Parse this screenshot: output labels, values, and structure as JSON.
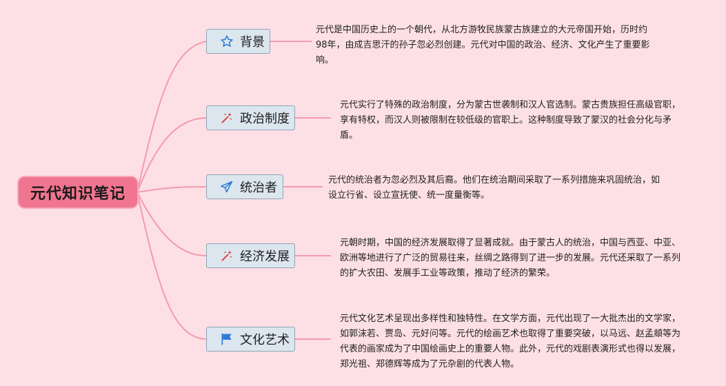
{
  "root": {
    "title": "元代知识笔记"
  },
  "topics": [
    {
      "label": "背景",
      "icon": "star-icon",
      "text": "元代是中国历史上的一个朝代，从北方游牧民族蒙古族建立的大元帝国开始，历时约98年，由成吉思汗的孙子忽必烈创建。元代对中国的政治、经济、文化产生了重要影响。"
    },
    {
      "label": "政治制度",
      "icon": "magic-wand-icon",
      "text": "元代实行了特殊的政治制度，分为蒙古世袭制和汉人官选制。蒙古贵族担任高级官职，享有特权，而汉人则被限制在较低级的官职上。这种制度导致了蒙汉的社会分化与矛盾。"
    },
    {
      "label": "统治者",
      "icon": "paper-plane-icon",
      "text": "元代的统治者为忽必烈及其后裔。他们在统治期间采取了一系列措施来巩固统治，如设立行省、设立宣抚使、统一度量衡等。"
    },
    {
      "label": "经济发展",
      "icon": "magic-wand-icon",
      "text": "元朝时期，中国的经济发展取得了显著成就。由于蒙古人的统治，中国与西亚、中亚、欧洲等地进行了广泛的贸易往来，丝绸之路得到了进一步的发展。元代还采取了一系列的扩大农田、发展手工业等政策，推动了经济的繁荣。"
    },
    {
      "label": "文化艺术",
      "icon": "flag-icon",
      "text": "元代文化艺术呈现出多样性和独特性。在文学方面，元代出现了一大批杰出的文学家，如郭沫若、贾岛、元好问等。元代的绘画艺术也取得了重要突破，以马远、赵孟頫等为代表的画家成为了中国绘画史上的重要人物。此外，元代的戏剧表演形式也得以发展，郑光祖、郑德辉等成为了元杂剧的代表人物。"
    }
  ],
  "colors": {
    "background": "#fde0e6",
    "root": "#f07590",
    "topic_fill": "#dce6ef",
    "topic_border": "#8fa3b3",
    "link": "#f39ab0",
    "icon_blue": "#2b7bd6",
    "icon_red": "#e03a3a"
  }
}
